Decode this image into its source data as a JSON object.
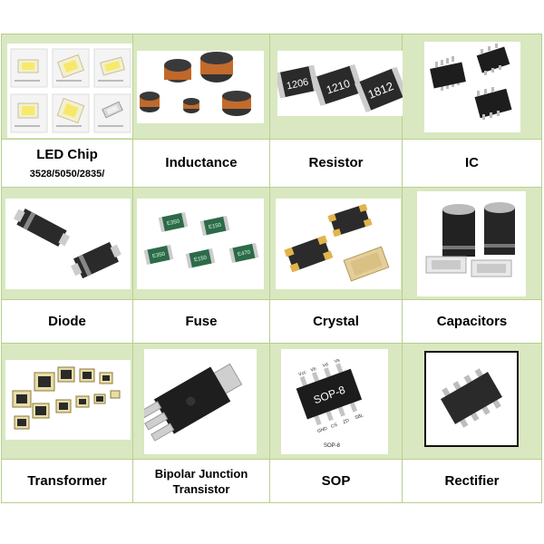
{
  "components": [
    {
      "name": "LED Chip",
      "sub": "3528/5050/2835/",
      "icon": "led-chip-icon"
    },
    {
      "name": "Inductance",
      "icon": "inductor-icon"
    },
    {
      "name": "Resistor",
      "icon": "resistor-icon",
      "markings": [
        "1206",
        "1210",
        "1812"
      ]
    },
    {
      "name": "IC",
      "icon": "ic-icon"
    },
    {
      "name": "Diode",
      "icon": "diode-icon"
    },
    {
      "name": "Fuse",
      "icon": "fuse-icon",
      "markings": [
        "E350",
        "E150",
        "E350",
        "E150",
        "E470"
      ]
    },
    {
      "name": "Crystal",
      "icon": "crystal-icon"
    },
    {
      "name": "Capacitors",
      "icon": "capacitor-icon"
    },
    {
      "name": "Transformer",
      "icon": "transformer-icon"
    },
    {
      "name": "Bipolar Junction Transistor",
      "icon": "transistor-icon"
    },
    {
      "name": "SOP",
      "icon": "sop-icon",
      "markings": [
        "SOP-8",
        "SOP-8"
      ],
      "pins": [
        "Vcc",
        "Vb",
        "Vd",
        "Vs",
        "GND",
        "CS",
        "ZD",
        "SBL"
      ]
    },
    {
      "name": "Rectifier",
      "icon": "rectifier-icon"
    }
  ],
  "colors": {
    "border": "#b7cf8f",
    "cell_bg": "#d9e8c0"
  }
}
